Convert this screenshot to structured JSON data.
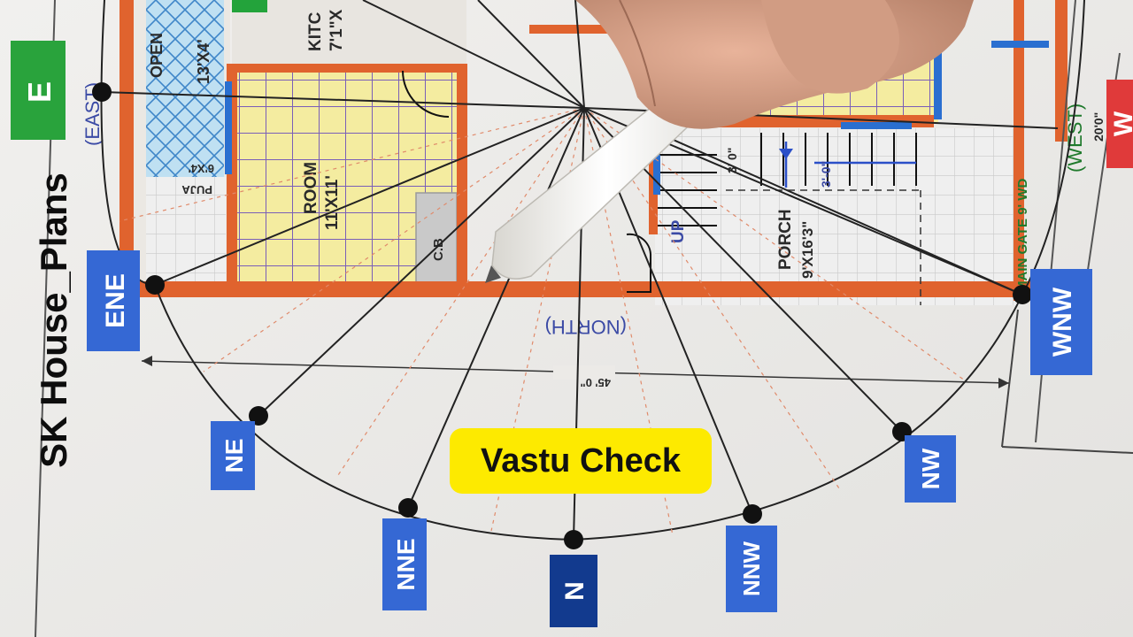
{
  "overlay": {
    "title": "Vastu Check",
    "channel": "SK House_Plans"
  },
  "compass": {
    "labels": [
      "E",
      "ENE",
      "NE",
      "NNE",
      "N",
      "NNW",
      "NW",
      "WNW",
      "W"
    ],
    "highlight": {
      "E": "#29a33c",
      "N": "#123a8e",
      "default": "#3568d4"
    }
  },
  "plan": {
    "open_label": "OPEN",
    "open_size": "13'X4'",
    "puja_size": "6'X4'",
    "puja_label": "PUJA",
    "kitchen_label": "KITC",
    "kitchen_size": "7'1\"X",
    "room_label": "ROOM",
    "room_size": "11'X11'",
    "cb_label": "C.B",
    "porch_label": "PORCH",
    "porch_size": "9'X16'3\"",
    "up_label": "UP",
    "stair_dim_1": "3' 0\"",
    "stair_dim_2": "3'-0\"",
    "main_gate": "MAIN GATE 9' WD",
    "width_dim": "45' 0\"",
    "east_label": "(EAST)",
    "north_label": "(NORTH)",
    "west_label": "(WEST)",
    "side_dim": "20'0\""
  }
}
